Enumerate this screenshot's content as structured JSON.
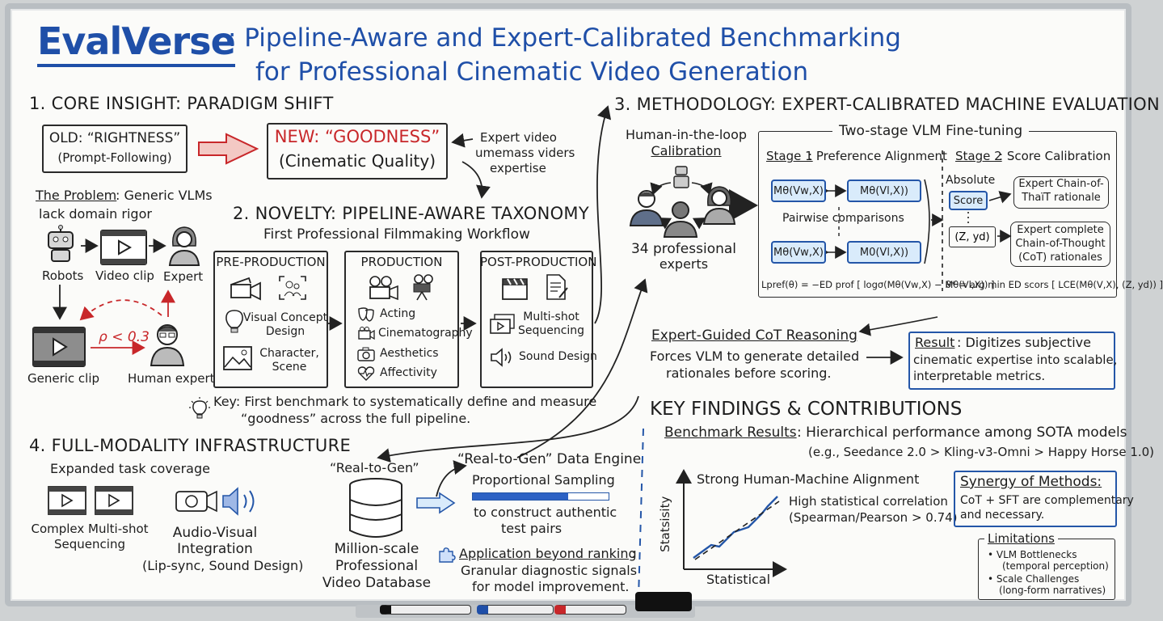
{
  "title": {
    "brand": "EvalVerse",
    "line1": ": Pipeline-Aware and Expert-Calibrated Benchmarking",
    "line2": "for Professional Cinematic Video Generation"
  },
  "core": {
    "heading": "1. CORE INSIGHT: PARADIGM SHIFT",
    "old_line1": "OLD: “RIGHTNESS”",
    "old_line2": "(Prompt-Following)",
    "new_line1": "NEW: “GOODNESS”",
    "new_line2": "(Cinematic Quality)",
    "expert_note": [
      "Expert video",
      "umemass viders",
      "expertise"
    ],
    "problem_label": "The Problem",
    "problem_text": ": Generic VLMs",
    "problem_text2": "lack domain rigor",
    "robots": "Robots",
    "video_clip": "Video clip",
    "expert": "Expert",
    "generic_clip": "Generic clip",
    "human_expert": "Human expert",
    "rho": "ρ < 0.3"
  },
  "novelty": {
    "heading": "2. NOVELTY: PIPELINE-AWARE TAXONOMY",
    "subheading": "First Professional Filmmaking Workflow",
    "pre": {
      "title": "PRE-PRODUCTION",
      "item1": [
        "Visual Concept",
        "Design"
      ],
      "item2": [
        "Character,",
        "Scene"
      ]
    },
    "prod": {
      "title": "PRODUCTION",
      "items": [
        "Acting",
        "Cinematography",
        "Aesthetics",
        "Affectivity"
      ]
    },
    "post": {
      "title": "POST-PRODUCTION",
      "item1": [
        "Multi-shot",
        "Sequencing"
      ],
      "item2": "Sound Design"
    },
    "key_line1": "Key: First benchmark to systematically define and measure",
    "key_line2": "“goodness” across the full pipeline."
  },
  "method": {
    "heading": "3. METHODOLOGY: EXPERT-CALIBRATED MACHINE EVALUATION",
    "hitl": [
      "Human-in-the-loop",
      "Calibration"
    ],
    "experts": [
      "34 professional",
      "experts"
    ],
    "twostage": "Two-stage VLM Fine-tuning",
    "stage1_label": "Stage 1",
    "stage1_text": ": Preference Alignment",
    "stage2_label": "Stage 2",
    "stage2_text": ": Score Calibration",
    "m1": "Mθ(Vw,X)",
    "m2": "Mθ(Vl,X))",
    "m3": "Mθ(Vw,X)",
    "m4": "M0(Vl,X))",
    "pairwise": "Pairwise comparisons",
    "absolute": "Absolute",
    "score": "Score",
    "zy": "(Z, yd)",
    "expert_cot1": [
      "Expert Chain-of-",
      "ThaïT rationale"
    ],
    "expert_cot2": [
      "Expert complete",
      "Chain-of-Thought",
      "(CoT) rationales"
    ],
    "loss1": "Lpref(θ) = −ED prof [ logσ(Mθ(Vw,X) − Mθ(Vl,X)) ]",
    "loss2": "θ* = arg min ED scors [ LCE(Mθ(V,X), (Z, yd)) ]",
    "cot_label": "Expert-Guided CoT Reasoning",
    "cot_text": [
      "Forces VLM to generate detailed",
      "rationales before scoring."
    ],
    "result_label": "Result",
    "result_text": [
      ": Digitizes subjective",
      "cinematic expertise into scalable,",
      "interpretable metrics."
    ]
  },
  "infra": {
    "heading": "4. FULL-MODALITY INFRASTRUCTURE",
    "expanded": "Expanded task coverage",
    "complex": [
      "Complex Multi-shot",
      "Sequencing"
    ],
    "av": [
      "Audio-Visual",
      "Integration",
      "(Lip-sync, Sound Design)"
    ],
    "r2g": "“Real-to-Gen”",
    "engine": "“Real-to-Gen” Data Engine",
    "sampling": "Proportional Sampling",
    "sampling_progress": 0.7,
    "construct": [
      "to construct authentic",
      "test pairs"
    ],
    "db": [
      "Million-scale",
      "Professional",
      "Video Database"
    ],
    "app_label": "Application beyond ranking",
    "app_text": [
      "Granular diagnostic signals",
      "for model improvement."
    ]
  },
  "findings": {
    "heading": "KEY FINDINGS & CONTRIBUTIONS",
    "bench_label": "Benchmark Results",
    "bench_text": ": Hierarchical performance among SOTA models",
    "bench_example": "(e.g., Seedance 2.0 > Kling-v3-Omni > Happy Horse 1.0)",
    "align": "Strong Human-Machine Alignment",
    "corr": [
      "High statistical correlation",
      "(Spearman/Pearson > 0.74)"
    ],
    "xlabel": "Statistical",
    "ylabel": "Statsisity",
    "synergy_label": "Synergy of Methods:",
    "synergy_text": [
      "CoT + SFT are complementary",
      "and necessary."
    ],
    "limits_label": "Limitations",
    "limits": [
      "• VLM Bottlenecks",
      "(temporal perception)",
      "• Scale Challenges",
      "(long-form narratives)"
    ]
  },
  "colors": {
    "accent": "#1f4fa8",
    "red": "#c8272a",
    "fill_blue": "#d9ebfb"
  }
}
